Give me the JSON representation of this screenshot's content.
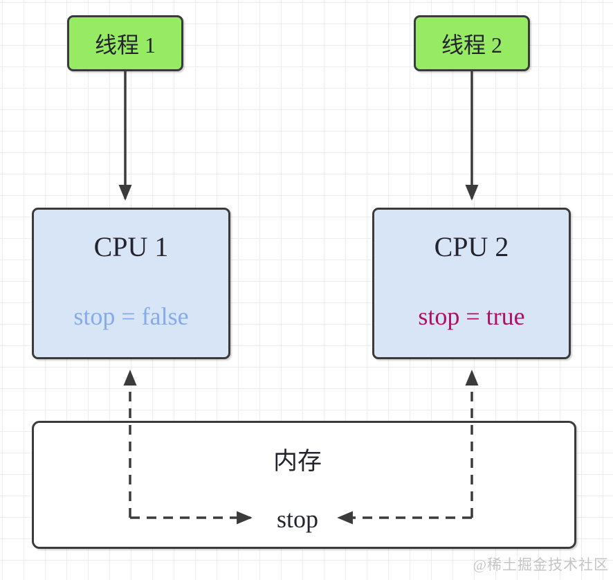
{
  "diagram": {
    "thread1": {
      "label": "线程 1"
    },
    "thread2": {
      "label": "线程 2"
    },
    "cpu1": {
      "title": "CPU 1",
      "value": "stop = false"
    },
    "cpu2": {
      "title": "CPU 2",
      "value": "stop = true"
    },
    "memory": {
      "title": "内存",
      "variable": "stop"
    }
  },
  "watermark": "@稀土掘金技术社区",
  "colors": {
    "thread_fill": "#97ea63",
    "cpu_fill": "#d8e5f7",
    "border": "#3a3a3a",
    "arrow": "#3b3b3b",
    "stop_false": "#85abeb",
    "stop_true": "#b00f63",
    "grid": "#ededed",
    "watermark": "#c4c4c4"
  }
}
